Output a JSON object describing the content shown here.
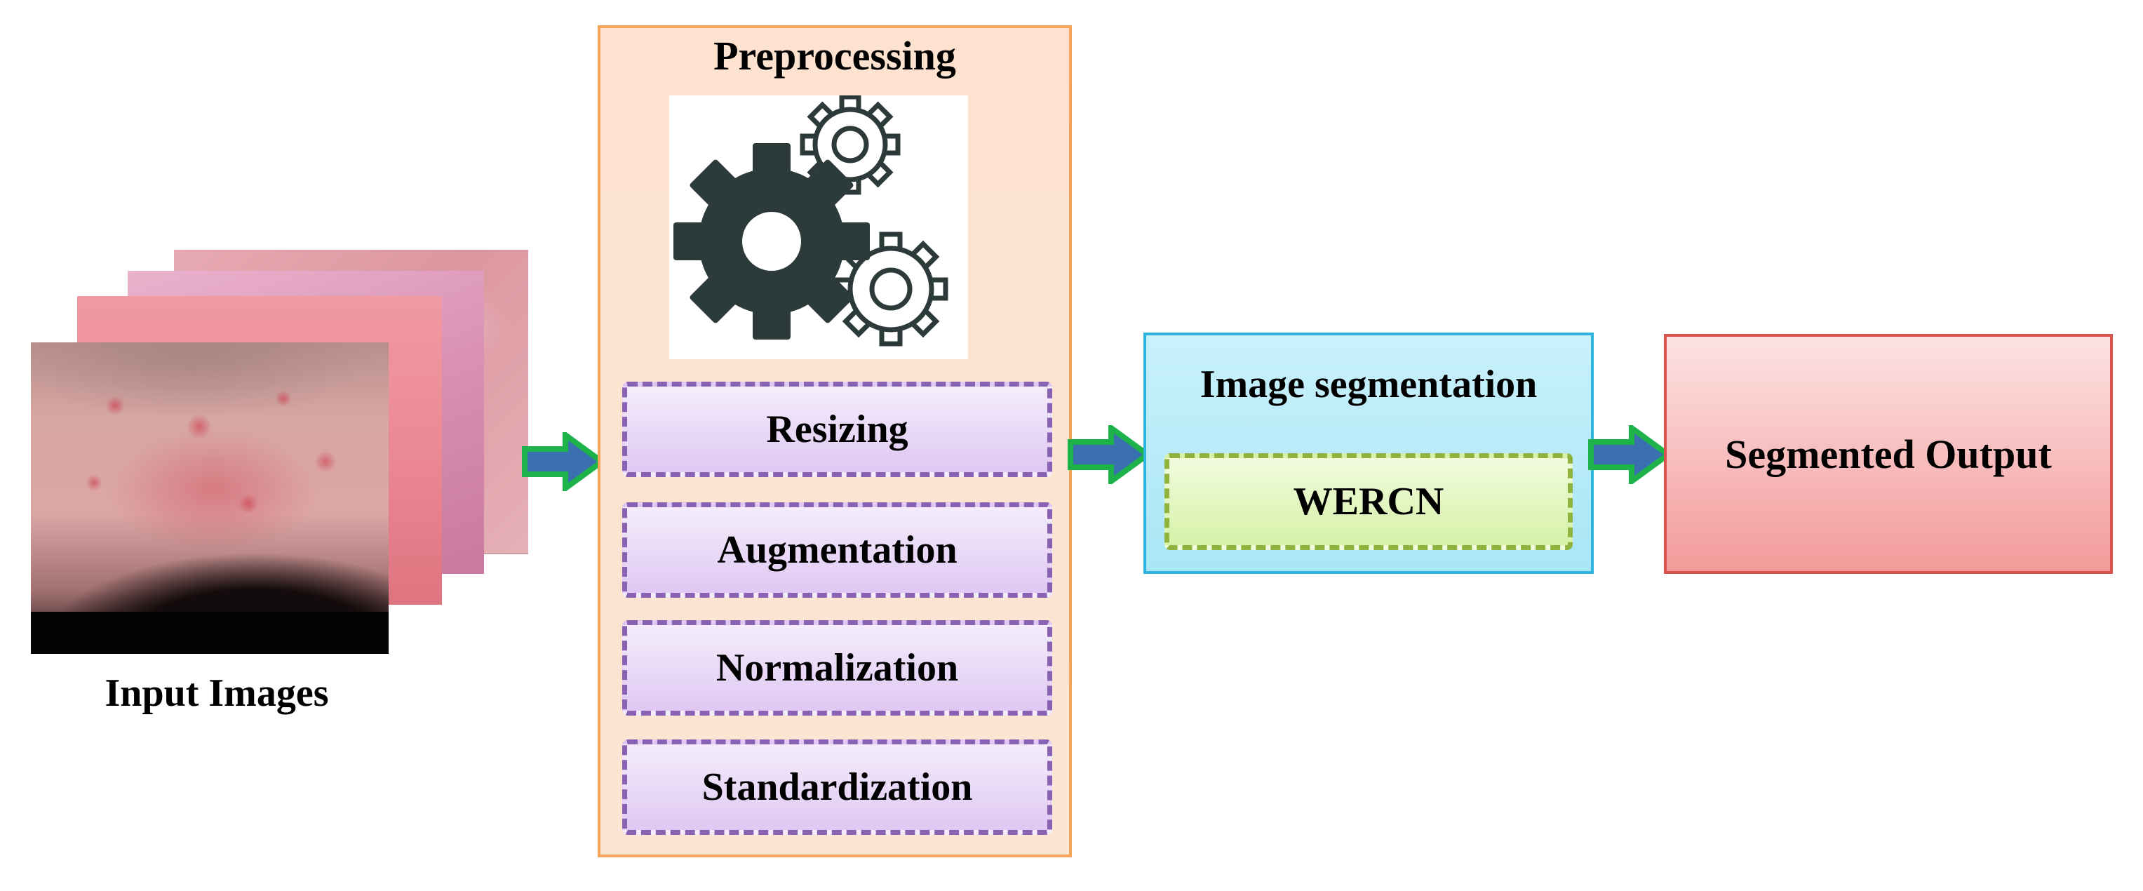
{
  "input": {
    "caption": "Input Images"
  },
  "preprocessing": {
    "title": "Preprocessing",
    "icon": "gears-icon",
    "steps": [
      {
        "label": "Resizing"
      },
      {
        "label": "Augmentation"
      },
      {
        "label": "Normalization"
      },
      {
        "label": "Standardization"
      }
    ]
  },
  "segmentation": {
    "title": "Image segmentation",
    "model": "WERCN"
  },
  "output": {
    "label": "Segmented Output"
  },
  "colors": {
    "preprocessing_border": "#f5a55b",
    "preprocessing_fill": "#fde3cf",
    "step_border": "#8a62b3",
    "step_fill": "#e6d3f6",
    "segmentation_border": "#2fb4dd",
    "segmentation_fill": "#b6eaf8",
    "model_border": "#8fb33e",
    "model_fill": "#dff5b8",
    "output_border": "#d9534f",
    "output_fill": "#f7b4b4",
    "arrow_outline": "#1eb24b",
    "arrow_fill": "#3a6fb0",
    "gear_dark": "#2d3a3a"
  }
}
